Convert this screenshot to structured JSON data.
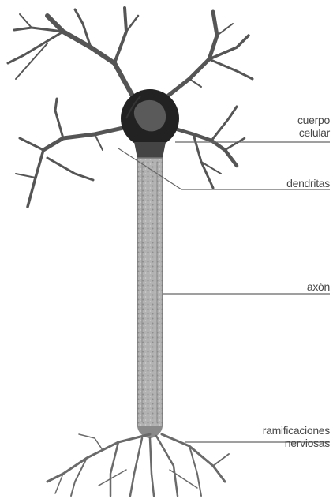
{
  "labels": {
    "cell_body_line1": "cuerpo",
    "cell_body_line2": "celular",
    "dendrites": "dendritas",
    "axon": "axón",
    "terminals_line1": "ramificaciones",
    "terminals_line2": "nerviosas"
  },
  "colors": {
    "dendrite": "#555555",
    "soma": "#222222",
    "nucleus": "#5a5a5a",
    "axon": "#a8a8a8",
    "axon_edge": "#777777",
    "leader_line": "#666666",
    "label_text": "#4a4a4a"
  }
}
